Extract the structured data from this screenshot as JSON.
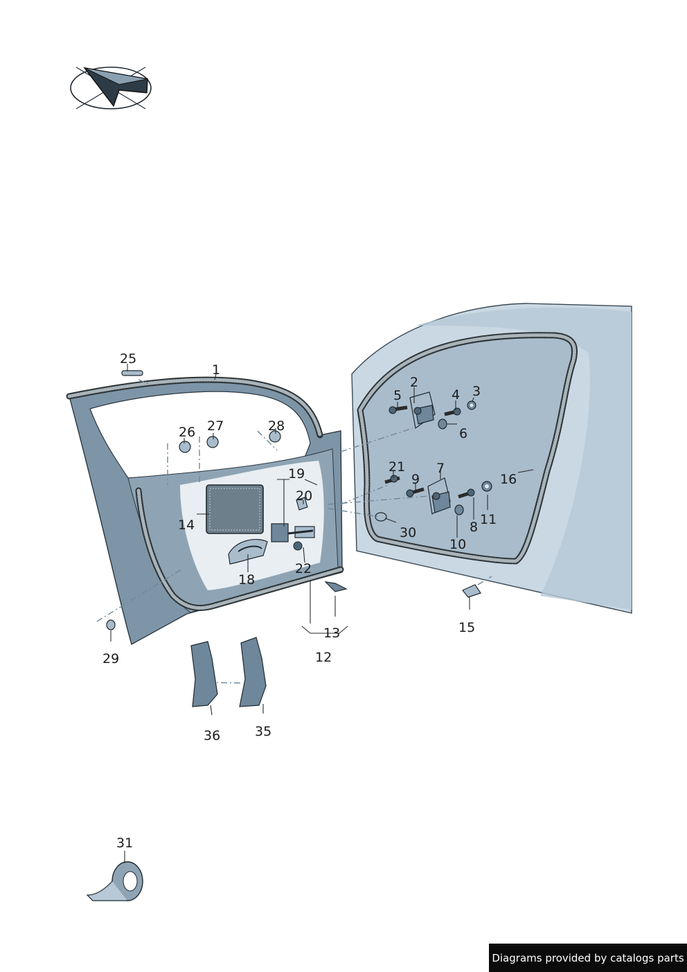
{
  "part_numbers": [
    "1",
    "2",
    "3",
    "4",
    "5",
    "6",
    "7",
    "8",
    "9",
    "10",
    "11",
    "12",
    "13",
    "14",
    "15",
    "16",
    "18",
    "19",
    "20",
    "21",
    "22",
    "25",
    "26",
    "27",
    "28",
    "29",
    "30",
    "31",
    "35",
    "36"
  ],
  "footer": {
    "credit": "Diagrams provided by catalogs parts"
  },
  "icons": {
    "logo": "paper-plane-logo-icon"
  }
}
